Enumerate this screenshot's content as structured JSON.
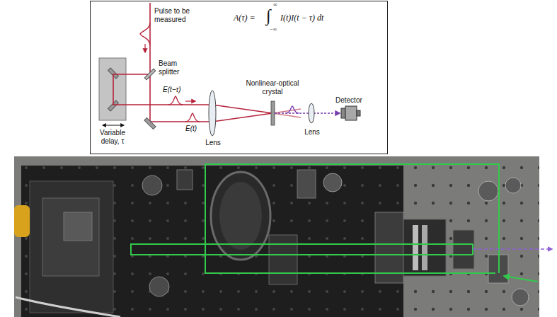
{
  "diagram": {
    "labels": [
      "Pulse to be measured",
      "A(τ) ≡",
      "∫",
      "∞",
      "−∞",
      "I(t)I(t − τ) dt",
      "Beam splitter",
      "E(t−τ)",
      "E(t)",
      "Variable delay, τ",
      "Lens",
      "Nonlinear-optical crystal",
      "Lens",
      "Detector"
    ]
  }
}
